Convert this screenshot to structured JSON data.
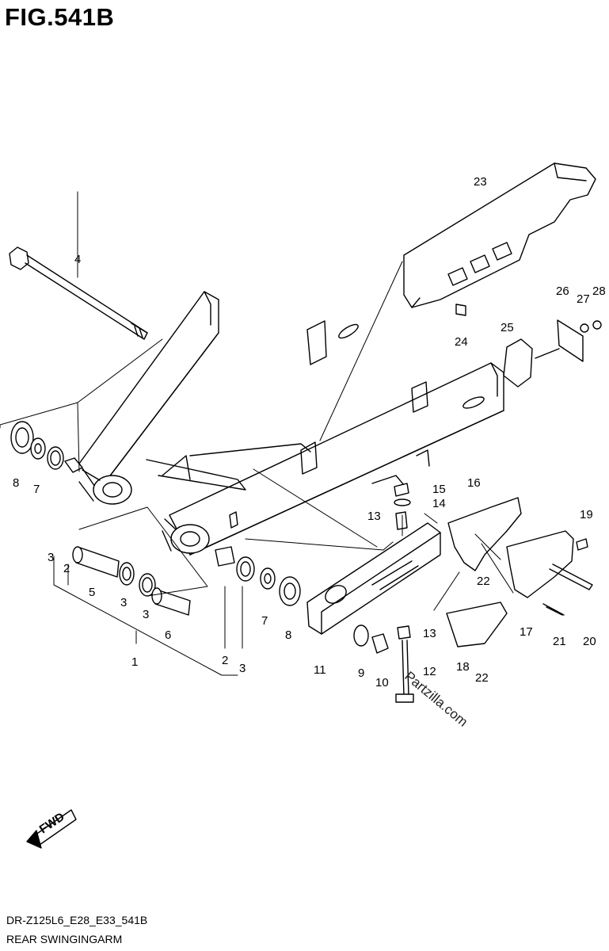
{
  "figure": {
    "title": "FIG.541B",
    "code": "DR-Z125L6_E28_E33_541B",
    "name": "REAR SWINGINGARM",
    "watermark": "Partzilla.com",
    "fwd_label": "FWD"
  },
  "callouts": [
    "1",
    "2",
    "2",
    "3",
    "3",
    "3",
    "3",
    "4",
    "5",
    "6",
    "7",
    "7",
    "8",
    "8",
    "9",
    "10",
    "11",
    "12",
    "13",
    "13",
    "14",
    "15",
    "16",
    "17",
    "18",
    "19",
    "20",
    "21",
    "22",
    "22",
    "23",
    "24",
    "25",
    "26",
    "27",
    "28"
  ]
}
